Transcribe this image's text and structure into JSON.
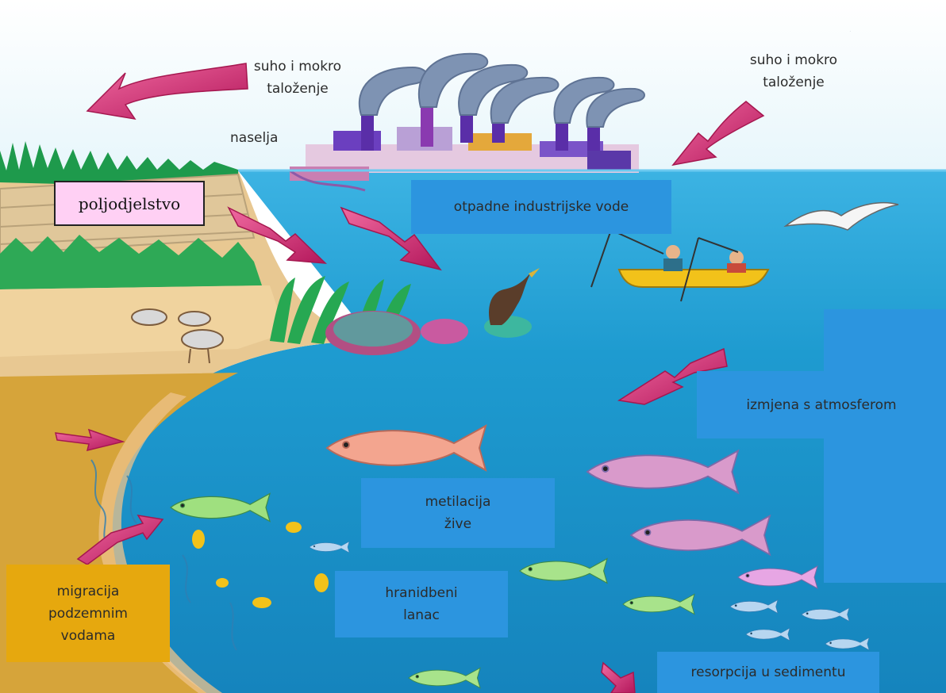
{
  "labels": {
    "deposition_left": "suho i mokro\ntaloženje",
    "deposition_right": "suho i mokro\ntaloženje",
    "settlements": "naselja",
    "agriculture": "poljodjelstvo",
    "industrial_wastewater": "otpadne industrijske vode",
    "atmosphere_exchange": "izmjena s atmosferom",
    "methylation": "metilacija\nžive",
    "food_chain": "hranidbeni\nlanac",
    "groundwater_migration": "migracija\npodzemnim\nvodama",
    "sediment_resorption": "resorpcija u sedimentu"
  },
  "colors": {
    "sky": "#eef8fb",
    "water": "#1f9fd2",
    "water_deep": "#1a8fc4",
    "sand": "#e6c488",
    "sediment": "#d9a536",
    "label_blue": "#2c95df",
    "label_pink": "#ffd0f4",
    "label_gold": "#e6a80e",
    "arrow": "#d4236e",
    "smoke": "#6f86a6"
  },
  "icons": [
    "factory-icon",
    "smoke-plume-icon",
    "fish-icon",
    "bird-icon",
    "boat-icon",
    "tree-icon",
    "arrow-icon"
  ]
}
